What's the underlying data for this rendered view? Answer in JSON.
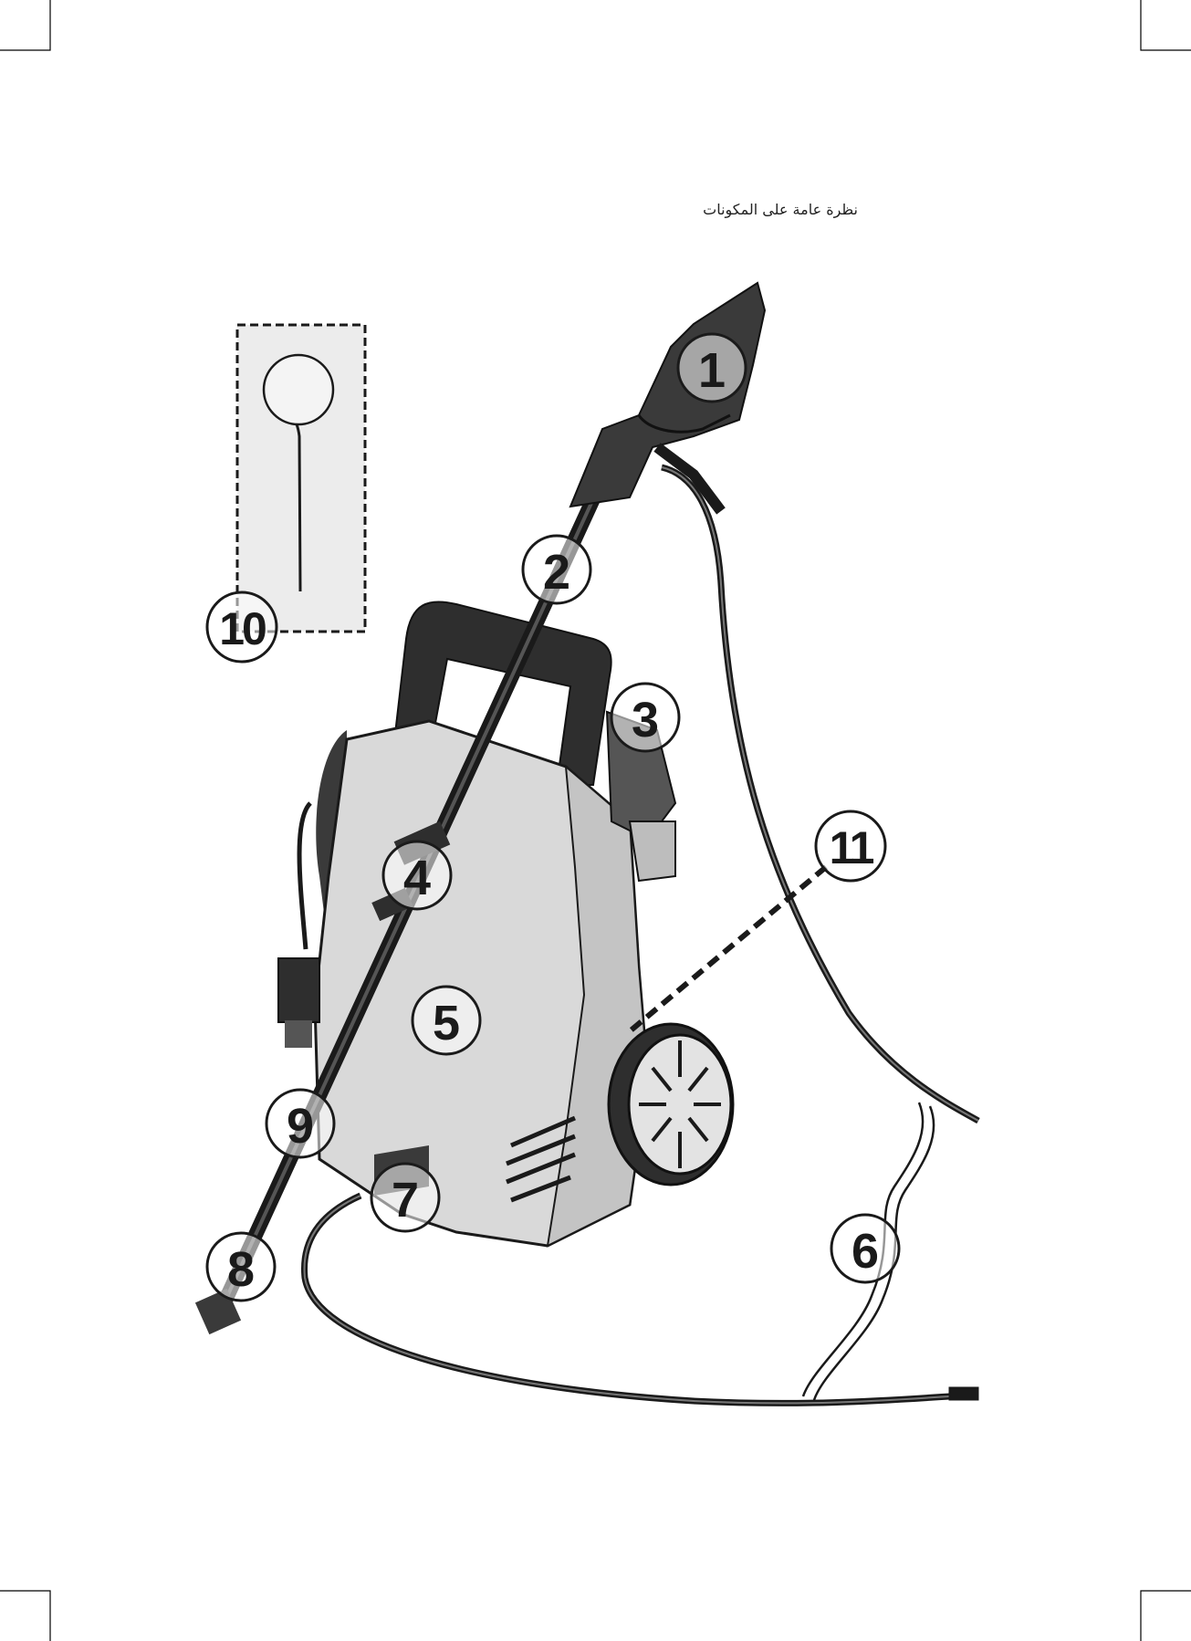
{
  "title": "نظرة عامة على المكونات",
  "callouts": [
    {
      "id": "1",
      "label": "1"
    },
    {
      "id": "2",
      "label": "2"
    },
    {
      "id": "3",
      "label": "3"
    },
    {
      "id": "4",
      "label": "4"
    },
    {
      "id": "5",
      "label": "5"
    },
    {
      "id": "6",
      "label": "6"
    },
    {
      "id": "7",
      "label": "7"
    },
    {
      "id": "8",
      "label": "8"
    },
    {
      "id": "9",
      "label": "9"
    },
    {
      "id": "10",
      "label": "10"
    },
    {
      "id": "11",
      "label": "11"
    }
  ],
  "colors": {
    "ink": "#1a1a1a",
    "body": "#d9d9d9",
    "dark": "#3a3a3a",
    "inset_bg": "#ececec"
  }
}
